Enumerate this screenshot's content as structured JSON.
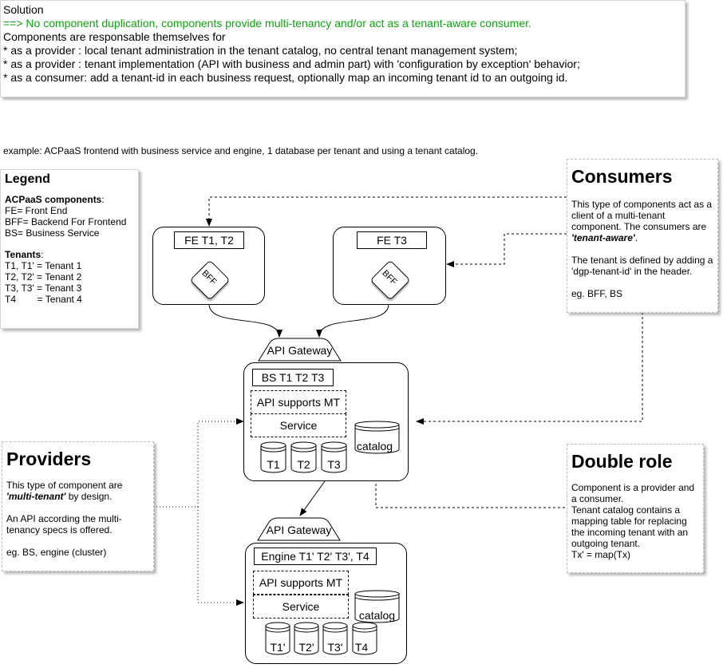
{
  "solution": {
    "title": "Solution",
    "headline": "==> No component duplication, components provide multi-tenancy and/or act as a tenant-aware consumer.",
    "intro": "Components are responsable themselves for",
    "points": [
      "* as a provider : local tenant administration in the tenant catalog, no central tenant management system;",
      "* as a provider : tenant implementation (API with business and admin part) with 'configuration by exception' behavior;",
      "* as a consumer: add a tenant-id in each business request, optionally map an incoming tenant id to an outgoing id."
    ]
  },
  "example_text": "example: ACPaaS frontend with business service and engine, 1 database per tenant and using a tenant catalog.",
  "legend": {
    "title": "Legend",
    "components_heading": "ACPaaS components",
    "colon": ":",
    "components": [
      "FE= Front End",
      "BFF= Backend For Frontend",
      "BS= Business Service"
    ],
    "tenants_heading": "Tenants",
    "tenants": [
      "T1, T1' = Tenant 1",
      "T2, T2' = Tenant 2",
      "T3, T3' = Tenant 3",
      "T4        = Tenant 4"
    ]
  },
  "consumers": {
    "title": "Consumers",
    "p1_a": "This type of components act as a client of a multi-tenant component. The consumers are ",
    "p1_b": "'tenant-aware'",
    "p1_c": ".",
    "p2": "The tenant is defined by adding a 'dgp-tenant-id' in the header.",
    "p3": "eg. BFF, BS"
  },
  "providers": {
    "title": "Providers",
    "p1_a": "This type of component are ",
    "p1_b": "'multi-tenant'",
    "p1_c": " by design.",
    "p2": "An API according the multi-tenancy specs is offered.",
    "p3": "eg. BS, engine (cluster)"
  },
  "double_role": {
    "title": "Double role",
    "p1": "Component is a provider and a consumer.",
    "p2": "Tenant catalog contains a mapping table for replacing the incoming tenant with an outgoing tenant.",
    "p3": "Tx' =  map(Tx)"
  },
  "fe1": {
    "label": "FE T1, T2",
    "bff": "BFF"
  },
  "fe2": {
    "label": "FE T3",
    "bff": "BFF"
  },
  "gateway1": "API Gateway",
  "gateway2": "API Gateway",
  "bs": {
    "label": "BS T1 T2 T3",
    "api": "API supports MT",
    "service": "Service",
    "catalog": "catalog",
    "dbs": [
      "T1",
      "T2",
      "T3"
    ]
  },
  "engine": {
    "label": "Engine T1' T2' T3', T4",
    "api": "API supports MT",
    "service": "Service",
    "catalog": "catalog",
    "dbs": [
      "T1'",
      "T2'",
      "T3'",
      "T4"
    ]
  }
}
